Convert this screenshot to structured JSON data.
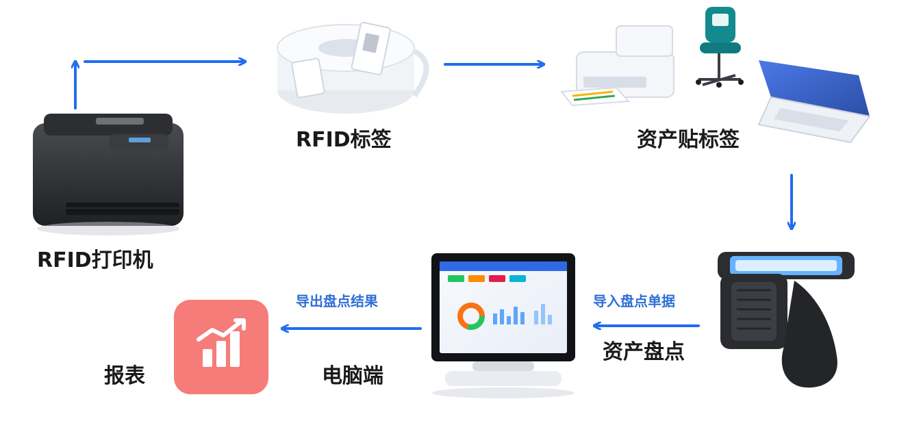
{
  "colors": {
    "arrow": "#1f6cf0",
    "label_text": "#1a1a1a",
    "edge_label_text": "#2f6fd6",
    "report_tile": "#f57c78"
  },
  "nodes": {
    "printer": {
      "label": "RFID打印机",
      "icon": "thermal-printer-icon"
    },
    "tags": {
      "label": "RFID标签",
      "icon": "rfid-label-roll-icon"
    },
    "asset_labeling": {
      "label": "资产贴标签",
      "icon": "office-assets-icon"
    },
    "inventory": {
      "label": "资产盘点",
      "icon": "handheld-rfid-reader-icon"
    },
    "pc": {
      "label": "电脑端",
      "icon": "desktop-monitor-icon"
    },
    "report": {
      "label": "报表",
      "icon": "chart-growth-icon"
    }
  },
  "edges": {
    "export_results": {
      "label": "导出盘点结果"
    },
    "import_orders": {
      "label": "导入盘点单据"
    }
  }
}
